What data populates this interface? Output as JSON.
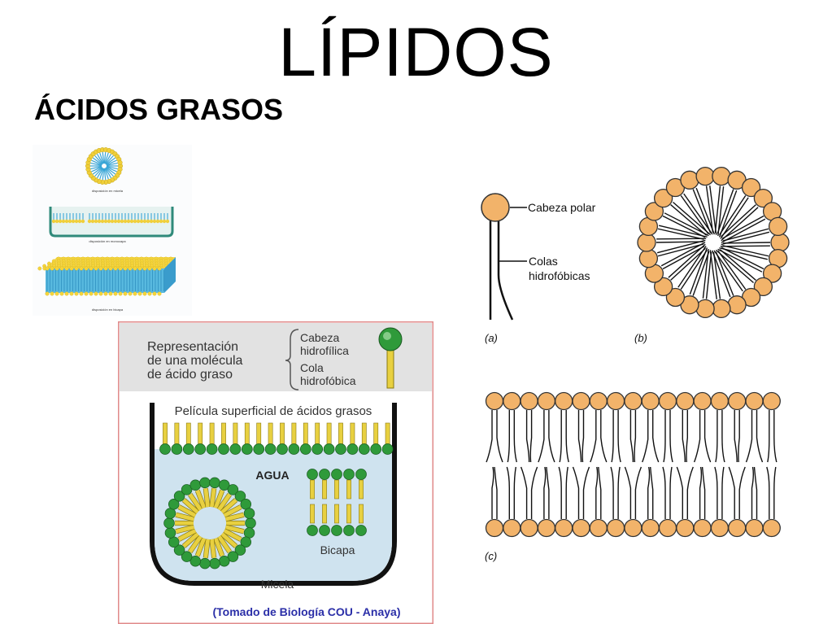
{
  "slide": {
    "title": "LÍPIDOS",
    "subtitle": "ÁCIDOS GRASOS"
  },
  "small_figure": {
    "captions": [
      "disposición en micela",
      "disposición en monocapa",
      "disposición en bicapa"
    ]
  },
  "anaya_figure": {
    "representation_label": [
      "Representación",
      "de una molécula",
      "de ácido graso"
    ],
    "head_label": [
      "Cabeza",
      "hidrofílica"
    ],
    "tail_label": [
      "Cola",
      "hidrofóbica"
    ],
    "film_label": "Película superficial de ácidos grasos",
    "water_label": "AGUA",
    "bilayer_label": "Bicapa",
    "micelle_label": "Micela",
    "credit": "(Tomado de Biología COU - Anaya)",
    "colors": {
      "head": "#2f9a3a",
      "tail": "#e8d040",
      "water": "#cfe3ef",
      "credit": "#2b2fa8"
    }
  },
  "right_figure": {
    "head_label": "Cabeza polar",
    "tails_label": [
      "Colas",
      "hidrofóbicas"
    ],
    "panel_labels": [
      "(a)",
      "(b)",
      "(c)"
    ],
    "colors": {
      "head": "#f2b36a"
    }
  }
}
